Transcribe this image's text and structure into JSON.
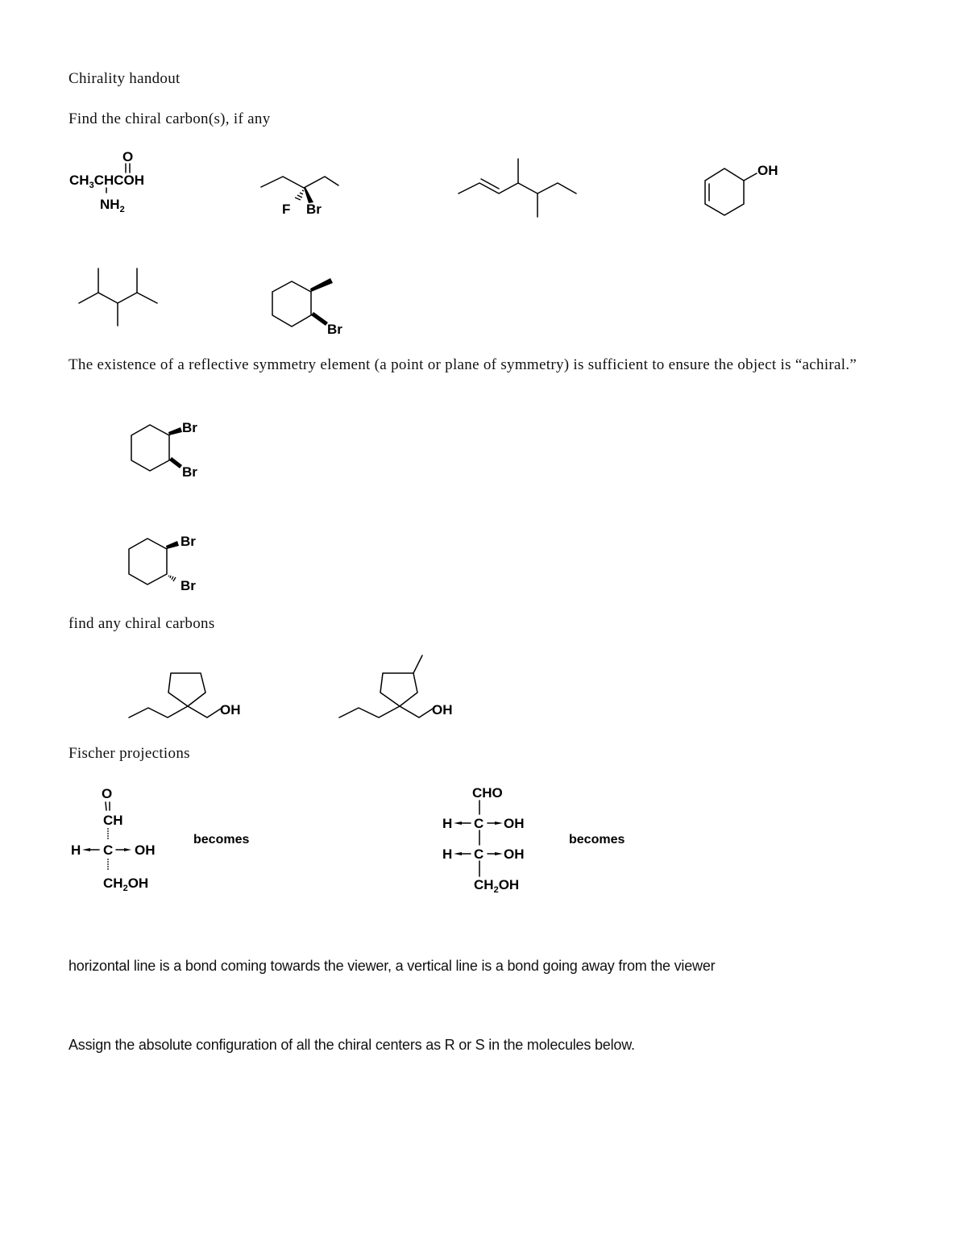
{
  "document": {
    "title": "Chirality handout",
    "sections": {
      "find_chiral": {
        "heading": "Find the chiral carbon(s), if any",
        "molecules": [
          {
            "name": "alanine",
            "formula_main": "CH",
            "formula_sub1": "3",
            "formula_rest": "CHCOH",
            "carbonyl_o": "O",
            "amine": "NH",
            "amine_sub": "2"
          },
          {
            "name": "3-bromo-3-fluoropentane",
            "labels": [
              "F",
              "Br"
            ]
          },
          {
            "name": "4,5-dimethylhept-2-ene"
          },
          {
            "name": "cyclohex-3-en-1-ol",
            "labels": [
              "OH"
            ]
          },
          {
            "name": "2,3,4-trimethylpentane"
          },
          {
            "name": "1-bromo-2-methylcyclohexane",
            "labels": [
              "Br"
            ]
          }
        ]
      },
      "symmetry": {
        "text": "The existence of a reflective symmetry element (a point or plane of symmetry) is sufficient to ensure the object is “achiral.”",
        "molecules": [
          {
            "name": "cis-1,2-dibromocyclohexane",
            "labels": [
              "Br",
              "Br"
            ]
          },
          {
            "name": "trans-1,2-dibromocyclohexane",
            "labels": [
              "Br",
              "Br"
            ]
          }
        ]
      },
      "find_any": {
        "heading": "find any chiral carbons",
        "molecules": [
          {
            "name": "(1-propylcyclopentyl)methanol",
            "labels": [
              "OH"
            ]
          },
          {
            "name": "(3-methyl-1-propylcyclopentyl)methanol",
            "labels": [
              "OH"
            ]
          }
        ]
      },
      "fischer": {
        "heading": "Fischer projections",
        "left": {
          "top_o": "O",
          "ch": "CH",
          "h": "H",
          "c": "C",
          "oh": "OH",
          "bottom_main": "CH",
          "bottom_sub": "2",
          "bottom_rest": "OH",
          "becomes": "becomes"
        },
        "right": {
          "top": "CHO",
          "rows": [
            {
              "left": "H",
              "center": "C",
              "right": "OH"
            },
            {
              "left": "H",
              "center": "C",
              "right": "OH"
            }
          ],
          "bottom_main": "CH",
          "bottom_sub": "2",
          "bottom_rest": "OH",
          "becomes": "becomes"
        }
      },
      "notes": {
        "convention": "horizontal line is a bond coming towards the viewer, a vertical line is a bond going away from the viewer",
        "assign": "Assign the absolute configuration of all the chiral centers as R or S in the molecules below."
      }
    }
  }
}
